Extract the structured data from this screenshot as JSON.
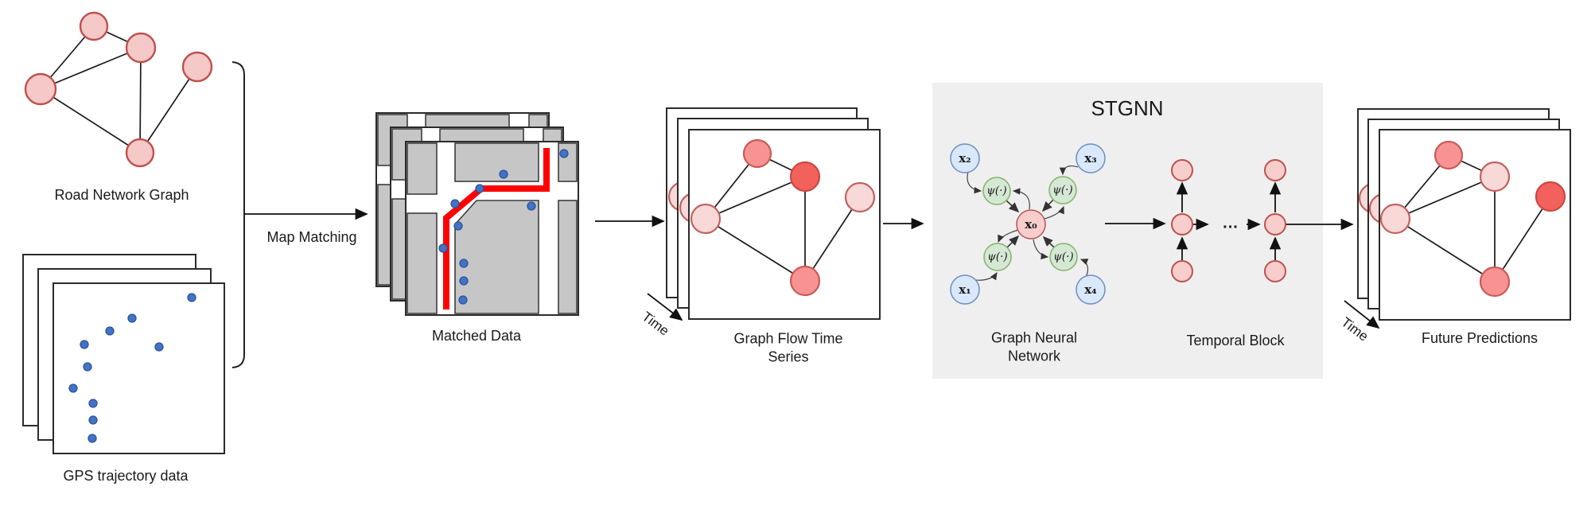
{
  "labels": {
    "road_network": "Road Network Graph",
    "gps_data": "GPS trajectory data",
    "map_matching": "Map Matching",
    "matched_data": "Matched Data",
    "graph_flow": "Graph Flow Time Series",
    "future_predictions": "Future Predictions",
    "time_axis": "Time"
  },
  "stgnn": {
    "title": "STGNN",
    "gnn_label": "Graph Neural Network",
    "temporal_label": "Temporal Block",
    "ellipsis": "...",
    "gnn": {
      "center": "x₀",
      "inputs": [
        "x₁",
        "x₂",
        "x₃",
        "x₄"
      ],
      "message_fn": "ψ(·)"
    }
  },
  "palette": {
    "road_node_fill": "#f5c9c7",
    "node_light_pink": "#f8d9d8",
    "node_medium_pink": "#f79392",
    "node_strong_red": "#f3615d",
    "node_stroke_red": "#c0504d",
    "blue_node_fill": "#dae8fc",
    "blue_node_stroke": "#6c8ebf",
    "green_node_fill": "#d5e8d4",
    "green_node_stroke": "#82b366",
    "center_node_fill": "#f8cecc",
    "center_node_stroke": "#b85450",
    "gps_dot_blue": "#4472c4",
    "route_red": "#ff0000",
    "map_block_gray": "#c6c6c6",
    "stgnn_box_bg": "#efefef"
  }
}
